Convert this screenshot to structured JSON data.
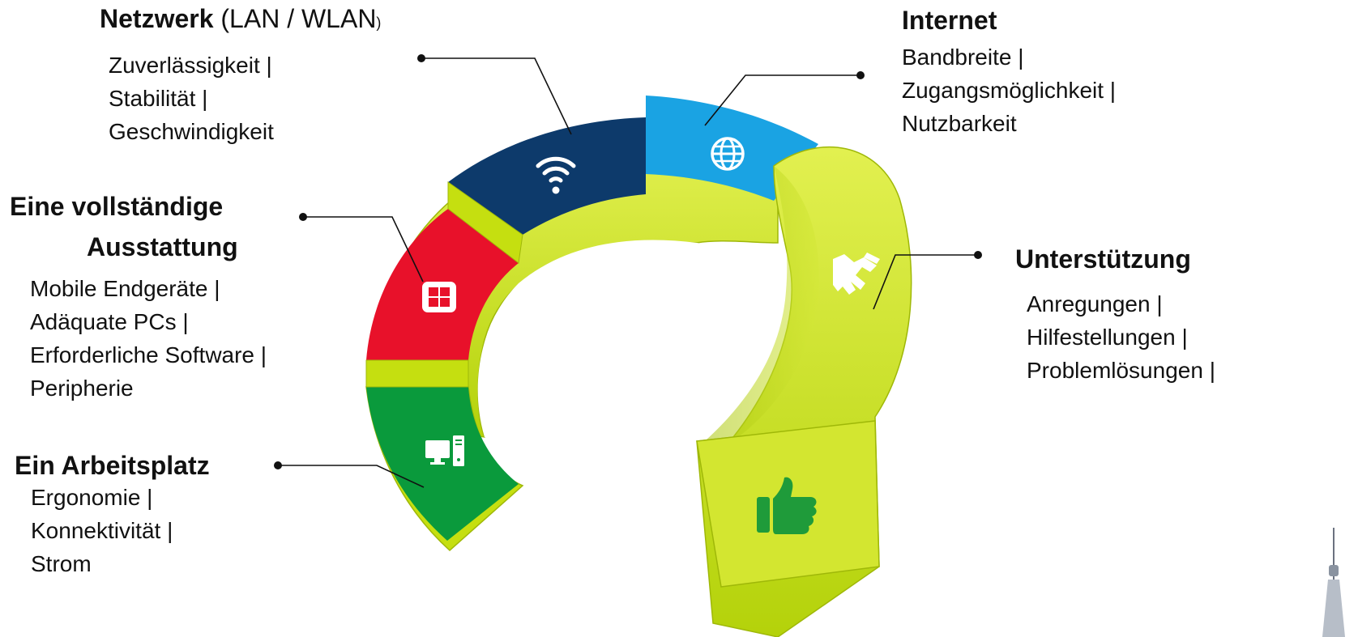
{
  "segments": [
    {
      "id": "workplace",
      "title": "Ein Arbeitsplatz",
      "items": [
        "Ergonomie |",
        "Konnektivität |",
        "Strom"
      ],
      "color": "#0a9a3c",
      "icon": "desktop-computer-icon"
    },
    {
      "id": "equipment",
      "title_lines": [
        "Eine vollständige",
        "Ausstattung"
      ],
      "items": [
        "Mobile Endgeräte |",
        "Adäquate PCs |",
        "Erforderliche Software |",
        "Peripherie"
      ],
      "color": "#e8112a",
      "icon": "windows-logo-icon"
    },
    {
      "id": "network",
      "title": "Netzwerk",
      "title_suffix": " (LAN / WLAN",
      "title_suffix_close": ")",
      "items": [
        "Zuverlässigkeit |",
        "Stabilität |",
        "Geschwindigkeit"
      ],
      "color": "#0d3a6b",
      "icon": "wifi-icon"
    },
    {
      "id": "internet",
      "title": "Internet",
      "items": [
        "Bandbreite |",
        "Zugangsmöglichkeit |",
        "Nutzbarkeit"
      ],
      "color": "#1aa3e3",
      "icon": "globe-icon"
    },
    {
      "id": "support",
      "title": "Unterstützung",
      "items": [
        "Anregungen |",
        "Hilfestellungen |",
        "Problemlösungen |"
      ],
      "color": "#c5df10",
      "icon": "handshake-icon"
    }
  ],
  "arrow_end": {
    "icon": "thumbs-up-icon",
    "color": "#1f9b3a"
  },
  "ring_color": "#c8e010",
  "corner_logo": {
    "icon": "tv-tower-icon"
  }
}
